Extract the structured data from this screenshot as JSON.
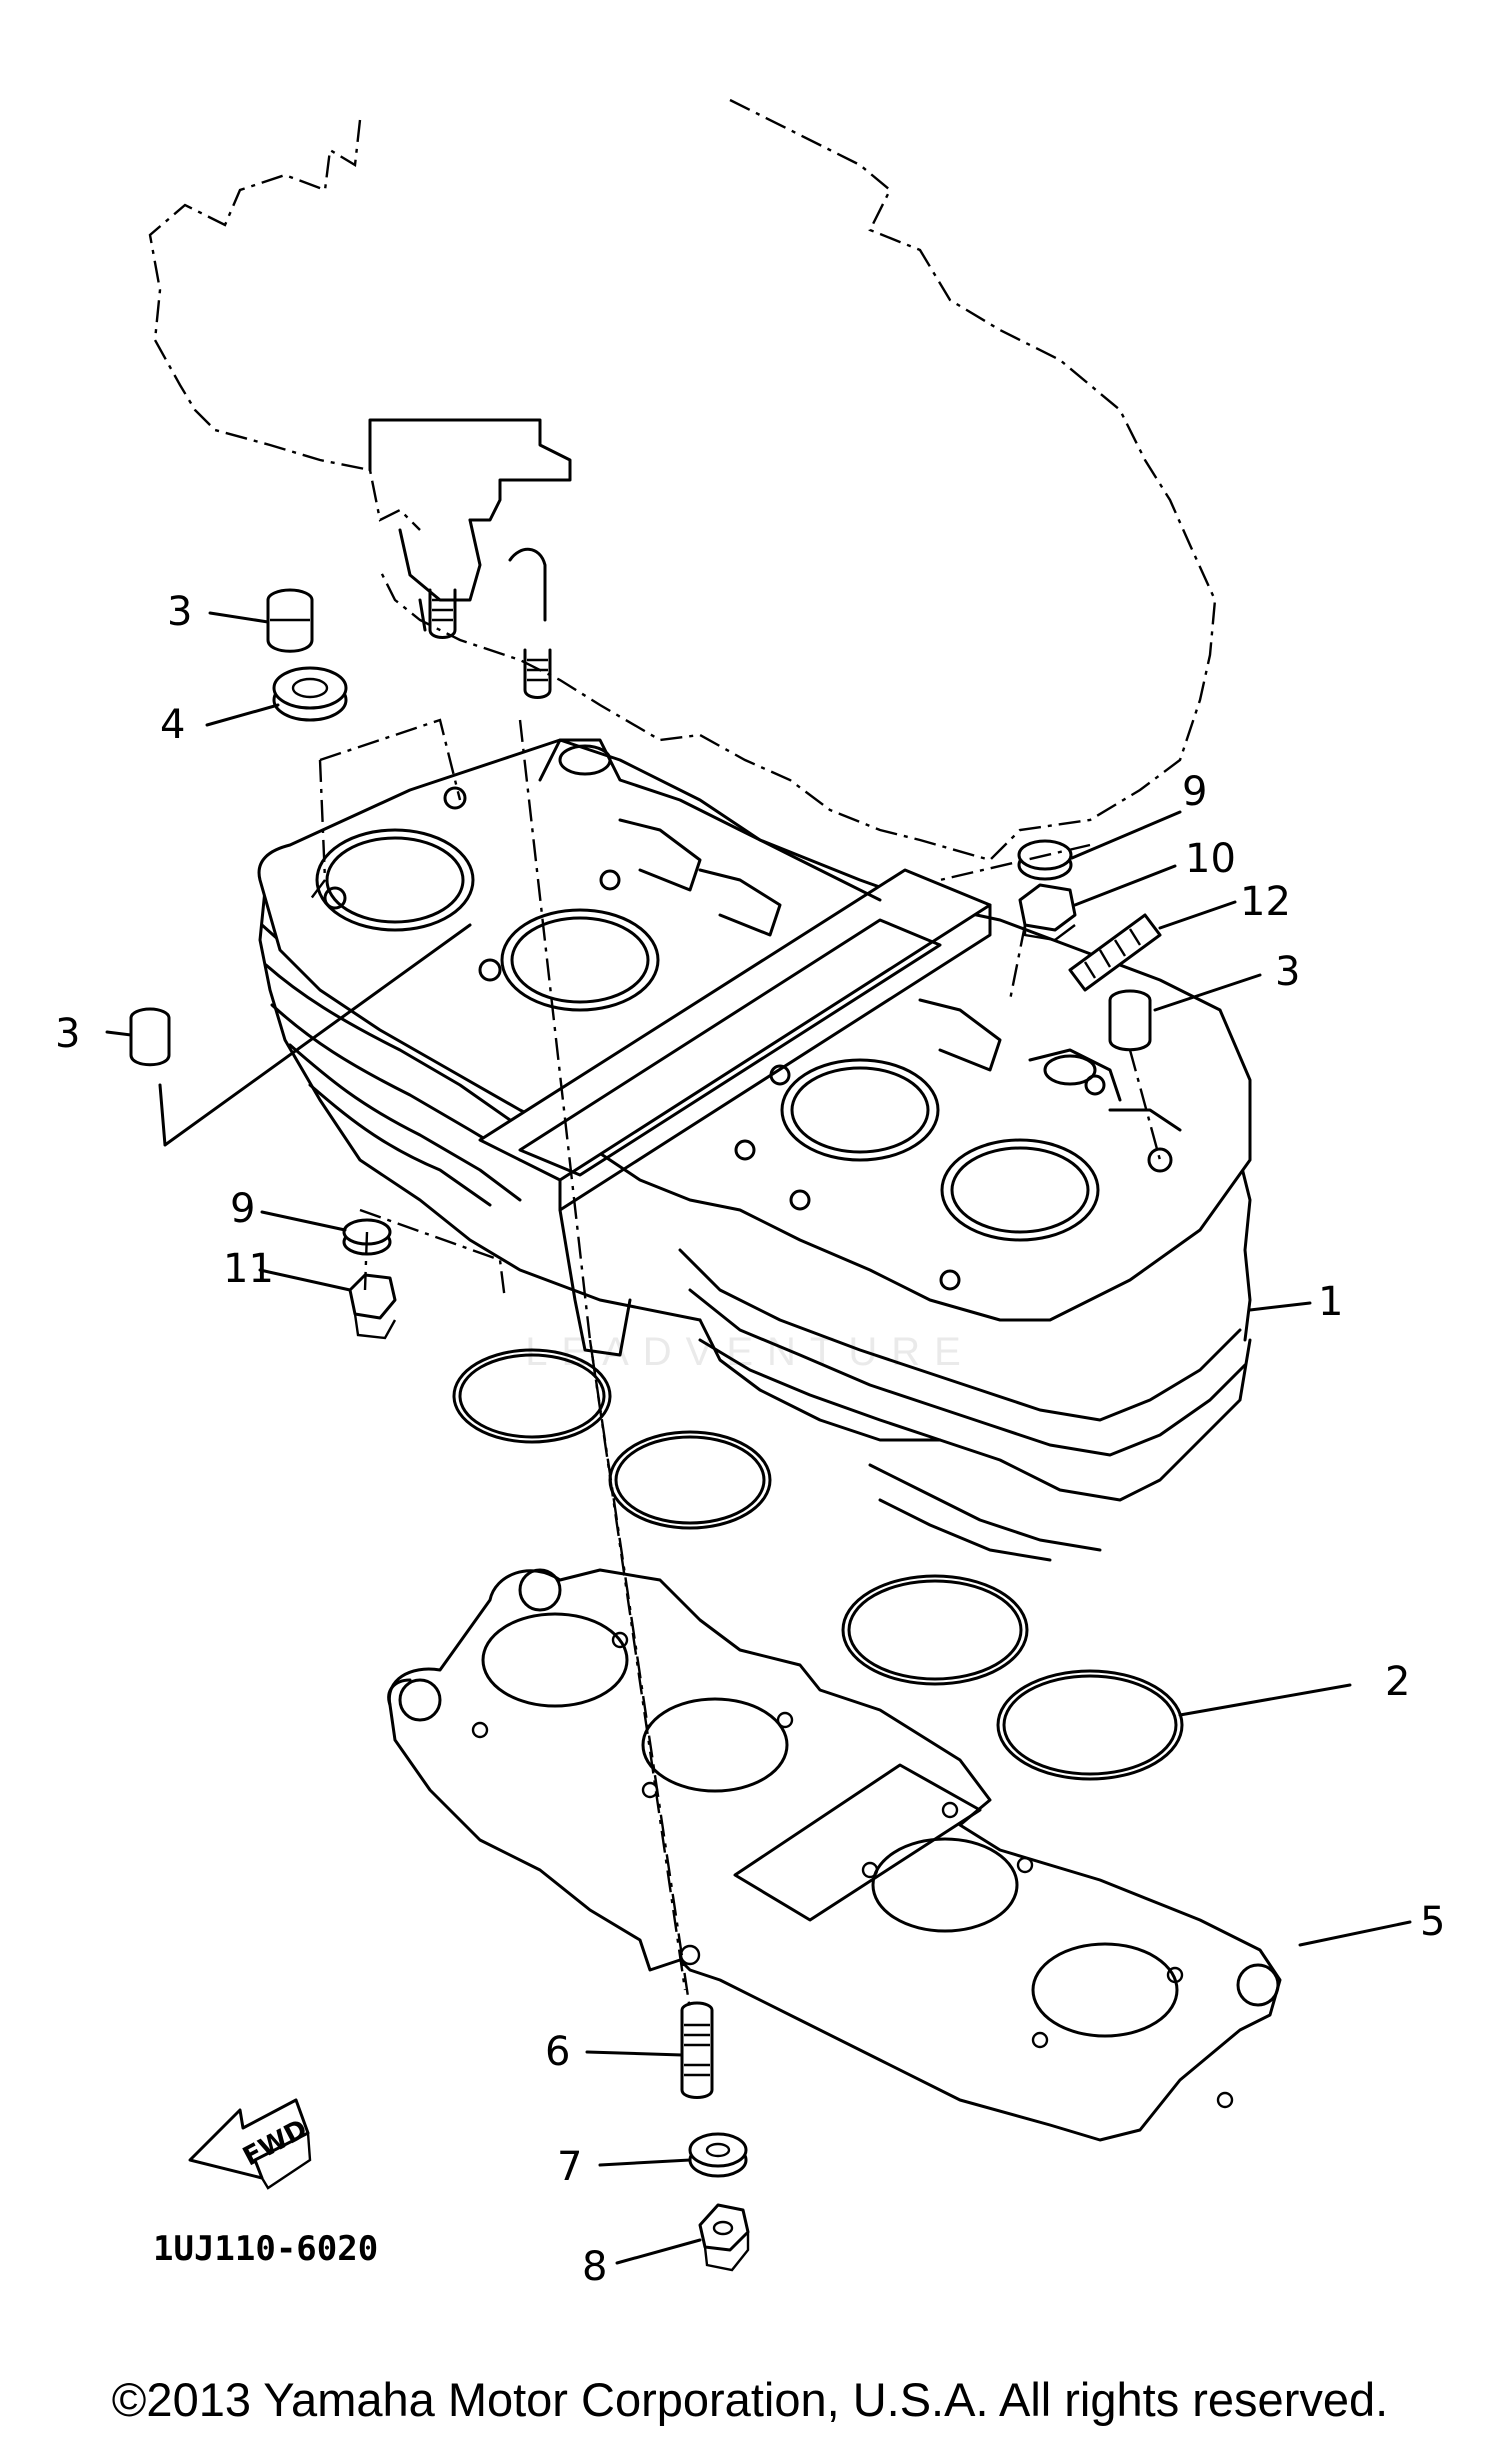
{
  "diagram": {
    "callouts": {
      "c1": "1",
      "c2": "2",
      "c3a": "3",
      "c3b": "3",
      "c3c": "3",
      "c4": "4",
      "c5": "5",
      "c6": "6",
      "c7": "7",
      "c8": "8",
      "c9a": "9",
      "c9b": "9",
      "c10": "10",
      "c11": "11",
      "c12": "12"
    },
    "fig_code": "1UJ110-6020",
    "fwd_label": "FWD",
    "watermark": "LEADVENTURE"
  },
  "footer": {
    "copyright": "©2013 Yamaha Motor Corporation, U.S.A. All rights reserved."
  },
  "colors": {
    "ink": "#000000",
    "background": "#ffffff",
    "watermark": "#d9d9d9"
  }
}
